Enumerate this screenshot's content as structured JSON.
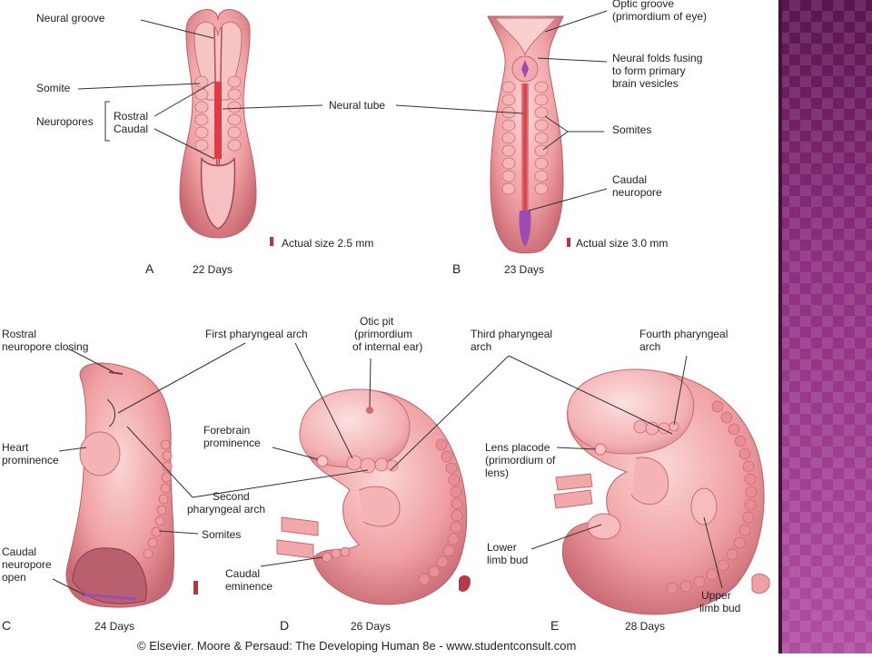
{
  "panels": [
    {
      "letter": "A",
      "days": "22 Days",
      "size_text": "Actual size 2.5 mm"
    },
    {
      "letter": "B",
      "days": "23 Days",
      "size_text": "Actual size 3.0 mm"
    },
    {
      "letter": "C",
      "days": "24 Days"
    },
    {
      "letter": "D",
      "days": "26 Days"
    },
    {
      "letter": "E",
      "days": "28 Days"
    }
  ],
  "labels": {
    "neural_groove": "Neural groove",
    "somite": "Somite",
    "neuropores": "Neuropores",
    "rostral": "Rostral",
    "caudal": "Caudal",
    "neural_tube": "Neural tube",
    "optic_groove_1": "Optic groove",
    "optic_groove_2": "(primordium of eye)",
    "neural_folds_1": "Neural folds fusing",
    "neural_folds_2": "to form primary",
    "neural_folds_3": "brain vesicles",
    "somites_b": "Somites",
    "caudal_neuropore_1": "Caudal",
    "caudal_neuropore_2": "neuropore",
    "rostral_closing_1": "Rostral",
    "rostral_closing_2": "neuropore closing",
    "heart_1": "Heart",
    "heart_2": "prominence",
    "caudal_open_1": "Caudal",
    "caudal_open_2": "neuropore",
    "caudal_open_3": "open",
    "first_arch": "First pharyngeal arch",
    "otic_1": "Otic pit",
    "otic_2": "(primordium",
    "otic_3": "of internal ear)",
    "third_arch_1": "Third pharyngeal",
    "third_arch_2": "arch",
    "fourth_arch_1": "Fourth pharyngeal",
    "fourth_arch_2": "arch",
    "forebrain_1": "Forebrain",
    "forebrain_2": "prominence",
    "second_arch_1": "Second",
    "second_arch_2": "pharyngeal arch",
    "somites_c": "Somites",
    "caudal_eminence_1": "Caudal",
    "caudal_eminence_2": "eminence",
    "lens_1": "Lens placode",
    "lens_2": "(primordium of",
    "lens_3": "lens)",
    "lower_limb_1": "Lower",
    "lower_limb_2": "limb bud",
    "upper_limb_1": "Upper",
    "upper_limb_2": "limb bud"
  },
  "credit": "© Elsevier. Moore & Persaud: The Developing Human 8e - www.studentconsult.com",
  "colors": {
    "embryo_fill": "#f2a6a6",
    "embryo_light": "#f8cccc",
    "embryo_dark": "#c96a72",
    "tube_red": "#d9363e",
    "neuropore_purple": "#9a4db0",
    "side_panel": "#9a3b8c"
  }
}
